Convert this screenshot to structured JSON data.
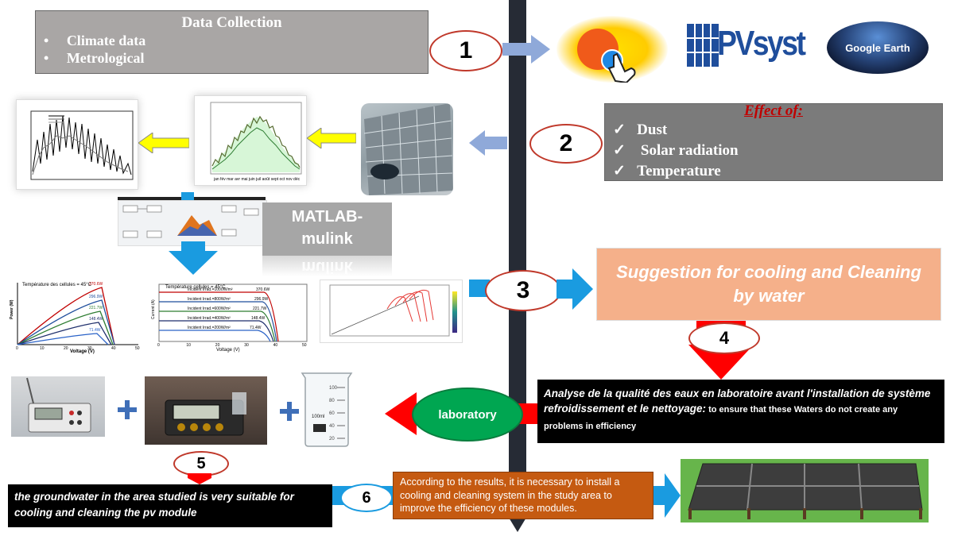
{
  "collection": {
    "title": "Data Collection",
    "items": [
      "Climate data",
      "Metrological"
    ]
  },
  "steps": [
    "1",
    "2",
    "3",
    "4",
    "5",
    "6"
  ],
  "logos": {
    "pvsyst": "PVsyst",
    "google_earth": "Google Earth"
  },
  "effect": {
    "title": "Effect of:",
    "items": [
      "Dust",
      "Solar radiation",
      "Temperature"
    ]
  },
  "matlab": {
    "label_line1": "MATLAB-",
    "label_line2": "mulink",
    "reflection": "mulink"
  },
  "suggestion": "Suggestion for cooling and Cleaning by water",
  "laboratory": "laboratory",
  "analysis": {
    "bold_text": "Analyse de la qualité des eaux en laboratoire  avant l'installation de système refroidissement et le nettoyage:",
    "normal_text": " to ensure that these Waters do not create any problems in efficiency"
  },
  "conclusion": "the groundwater in the area studied is very suitable for cooling and cleaning the pv module",
  "result": "According to the results, it is necessary to install a cooling and cleaning system in the study area to improve the efficiency of these modules.",
  "charts": {
    "pv_power": {
      "title": "Température des cellules = 45°C",
      "xlabel": "Voltage (V)",
      "ylabel": "Power (W)",
      "peaks": [
        "370.6W",
        "296.9W",
        "221.7W",
        "148.4W",
        "71.4W"
      ],
      "x_ticks": [
        "0",
        "10",
        "20",
        "30",
        "40",
        "50"
      ]
    },
    "iv": {
      "title": "Température cellules = 45°C",
      "xlabel": "Voltage (V)",
      "ylabel": "Current (A)",
      "curves": [
        "Incident Irrad.=1000W/m²",
        "Incident Irrad.=800W/m²",
        "Incident Irrad.=600W/m²",
        "Incident Irrad.=400W/m²",
        "Incident Irrad.=200W/m²"
      ],
      "values": [
        "370.6W",
        "296.9W",
        "221.7W",
        "148.4W",
        "71.4W"
      ],
      "x_ticks": [
        "0",
        "10",
        "20",
        "30",
        "40",
        "50"
      ]
    }
  },
  "beaker": {
    "marks": [
      "100",
      "80",
      "60",
      "40",
      "20"
    ],
    "volume": "100ml"
  },
  "colors": {
    "arrow_blue": "#8fa9d9",
    "arrow_bright_blue": "#1a9be0",
    "arrow_yellow": "#ffff00",
    "arrow_red": "#ff0000",
    "lab_green": "#00a651",
    "suggestion_bg": "#f5b08a",
    "result_bg": "#c55a11",
    "timeline": "#262b35"
  }
}
